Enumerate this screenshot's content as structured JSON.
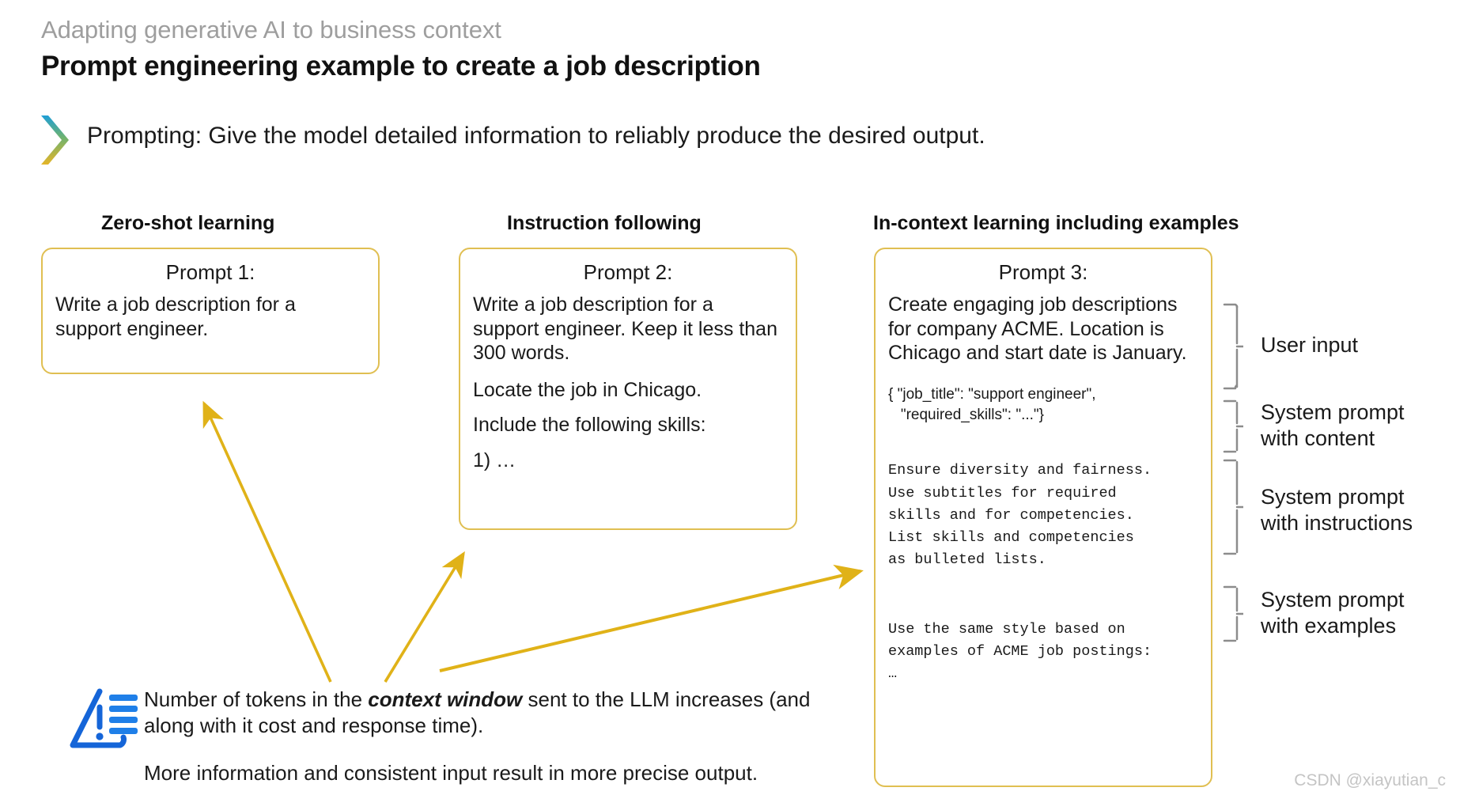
{
  "header": {
    "eyebrow": "Adapting generative AI to business context",
    "title": "Prompt engineering example to create a job description"
  },
  "strapline": {
    "icon": "chevron-right-gradient-icon",
    "text": "Prompting: Give the model detailed information to reliably produce the desired output."
  },
  "columns": [
    {
      "heading": "Zero-shot learning"
    },
    {
      "heading": "Instruction following"
    },
    {
      "heading": "In-context learning including examples"
    }
  ],
  "boxes": {
    "box1": {
      "label": "Prompt 1:",
      "body": "Write a job description for a support engineer."
    },
    "box2": {
      "label": "Prompt 2:",
      "para1": "Write a job description for a support engineer. Keep it less than 300 words.",
      "para2": "Locate the job in Chicago.",
      "para3": "Include the following skills:",
      "para4": "1) …"
    },
    "box3": {
      "label": "Prompt 3:",
      "user_input": "Create engaging job descriptions for company ACME. Location is Chicago and start date is January.",
      "json_content": "{ \"job_title\": \"support engineer\",\n   \"required_skills\": \"...\"}",
      "instructions": "Ensure diversity and fairness.\nUse subtitles for required\nskills and for competencies.\nList skills and competencies\nas bulleted lists.",
      "examples": "Use the same style based on\nexamples of ACME job postings:\n…"
    }
  },
  "brackets": [
    {
      "label_line1": "User input",
      "label_line2": ""
    },
    {
      "label_line1": "System prompt",
      "label_line2": "with content"
    },
    {
      "label_line1": "System prompt",
      "label_line2": "with instructions"
    },
    {
      "label_line1": "System prompt",
      "label_line2": "with examples"
    }
  ],
  "note": {
    "icon": "warning-list-icon",
    "line1_a": "Number of tokens in the ",
    "line1_em": "context window",
    "line1_b": " sent to the LLM increases (and along with it cost and response time).",
    "line2": "More information and consistent input result in more precise output."
  },
  "watermark": "CSDN @xiayutian_c",
  "colors": {
    "box_border": "#e0bf52",
    "arrow": "#e0b218",
    "chevron_top": "#1f9ed6",
    "chevron_bottom": "#e5b528",
    "icon_blue": "#1565d8",
    "eyebrow_gray": "#9e9e9e",
    "bracket_gray": "#8c8c8c",
    "watermark_gray": "#c4c4c4"
  }
}
